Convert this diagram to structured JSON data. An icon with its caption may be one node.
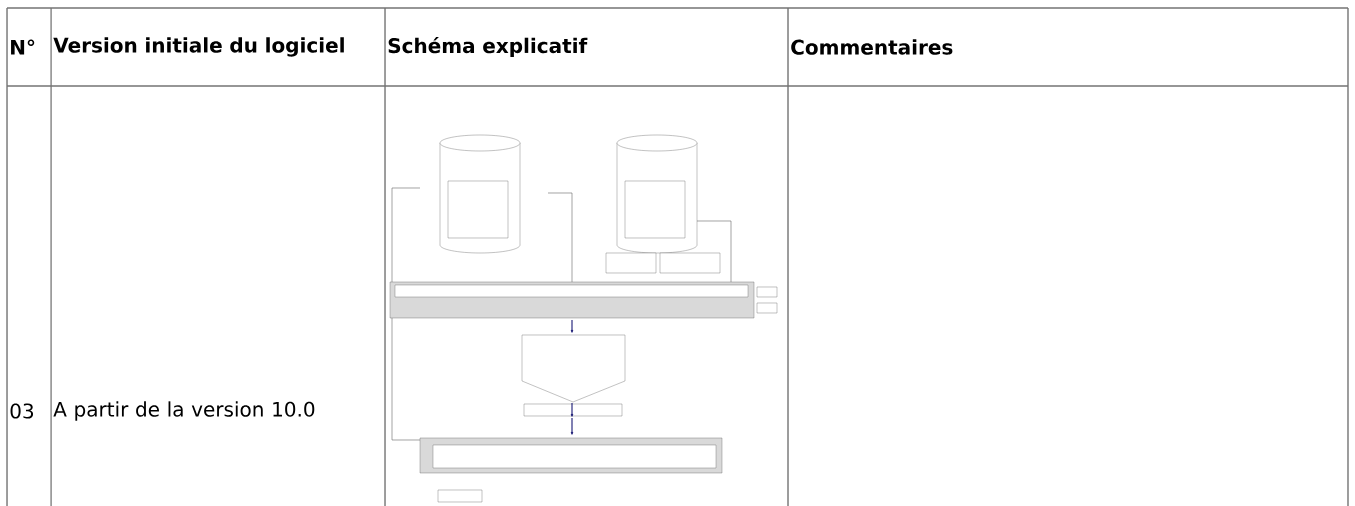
{
  "diagram": {
    "labels": [
      "N°",
      "Version initiale du logiciel",
      "Schéma explicatif",
      "Commentaires",
      "03",
      "A partir de la version 10.0"
    ]
  }
}
